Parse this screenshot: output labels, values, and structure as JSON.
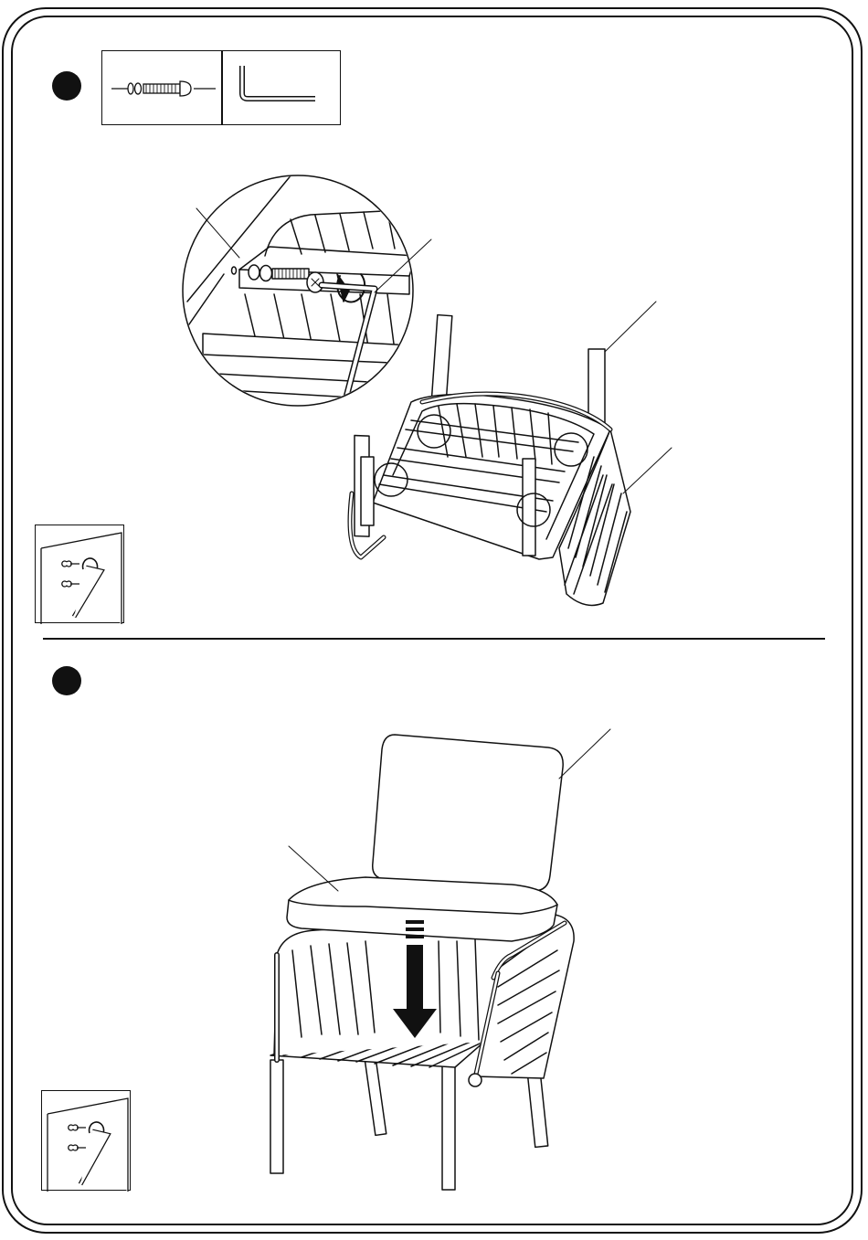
{
  "steps": [
    {
      "marker": "step-1",
      "hardware": [
        "bolt-with-washers-icon",
        "allen-key-icon"
      ],
      "action": "tighten-bolts-upside-down-chair"
    },
    {
      "marker": "step-2",
      "parts": [
        "back-cushion",
        "seat-cushion"
      ],
      "action": "place-cushions-on-chair"
    }
  ],
  "colors": {
    "line": "#111111",
    "fill": "#ffffff"
  }
}
